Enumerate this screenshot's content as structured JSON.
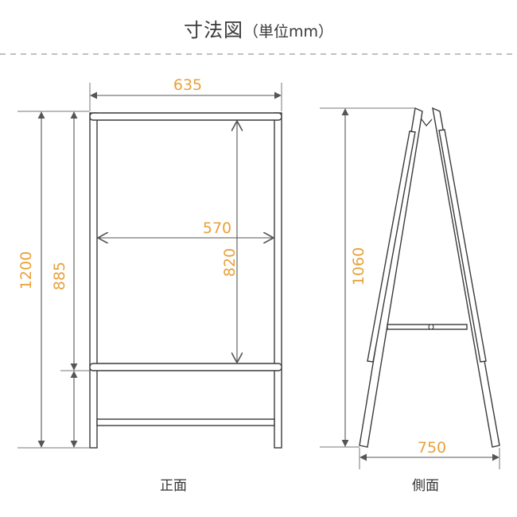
{
  "title": {
    "main": "寸法図",
    "unit": "（単位mm）"
  },
  "front": {
    "caption": "正面",
    "width_outer": "635",
    "width_inner": "570",
    "height_total": "1200",
    "height_frame": "885",
    "height_board": "820"
  },
  "side": {
    "caption": "側面",
    "height": "1060",
    "depth": "750"
  },
  "colors": {
    "dimension_text": "#e8a13a",
    "line": "#555555",
    "frame": "#3a3a3a"
  }
}
